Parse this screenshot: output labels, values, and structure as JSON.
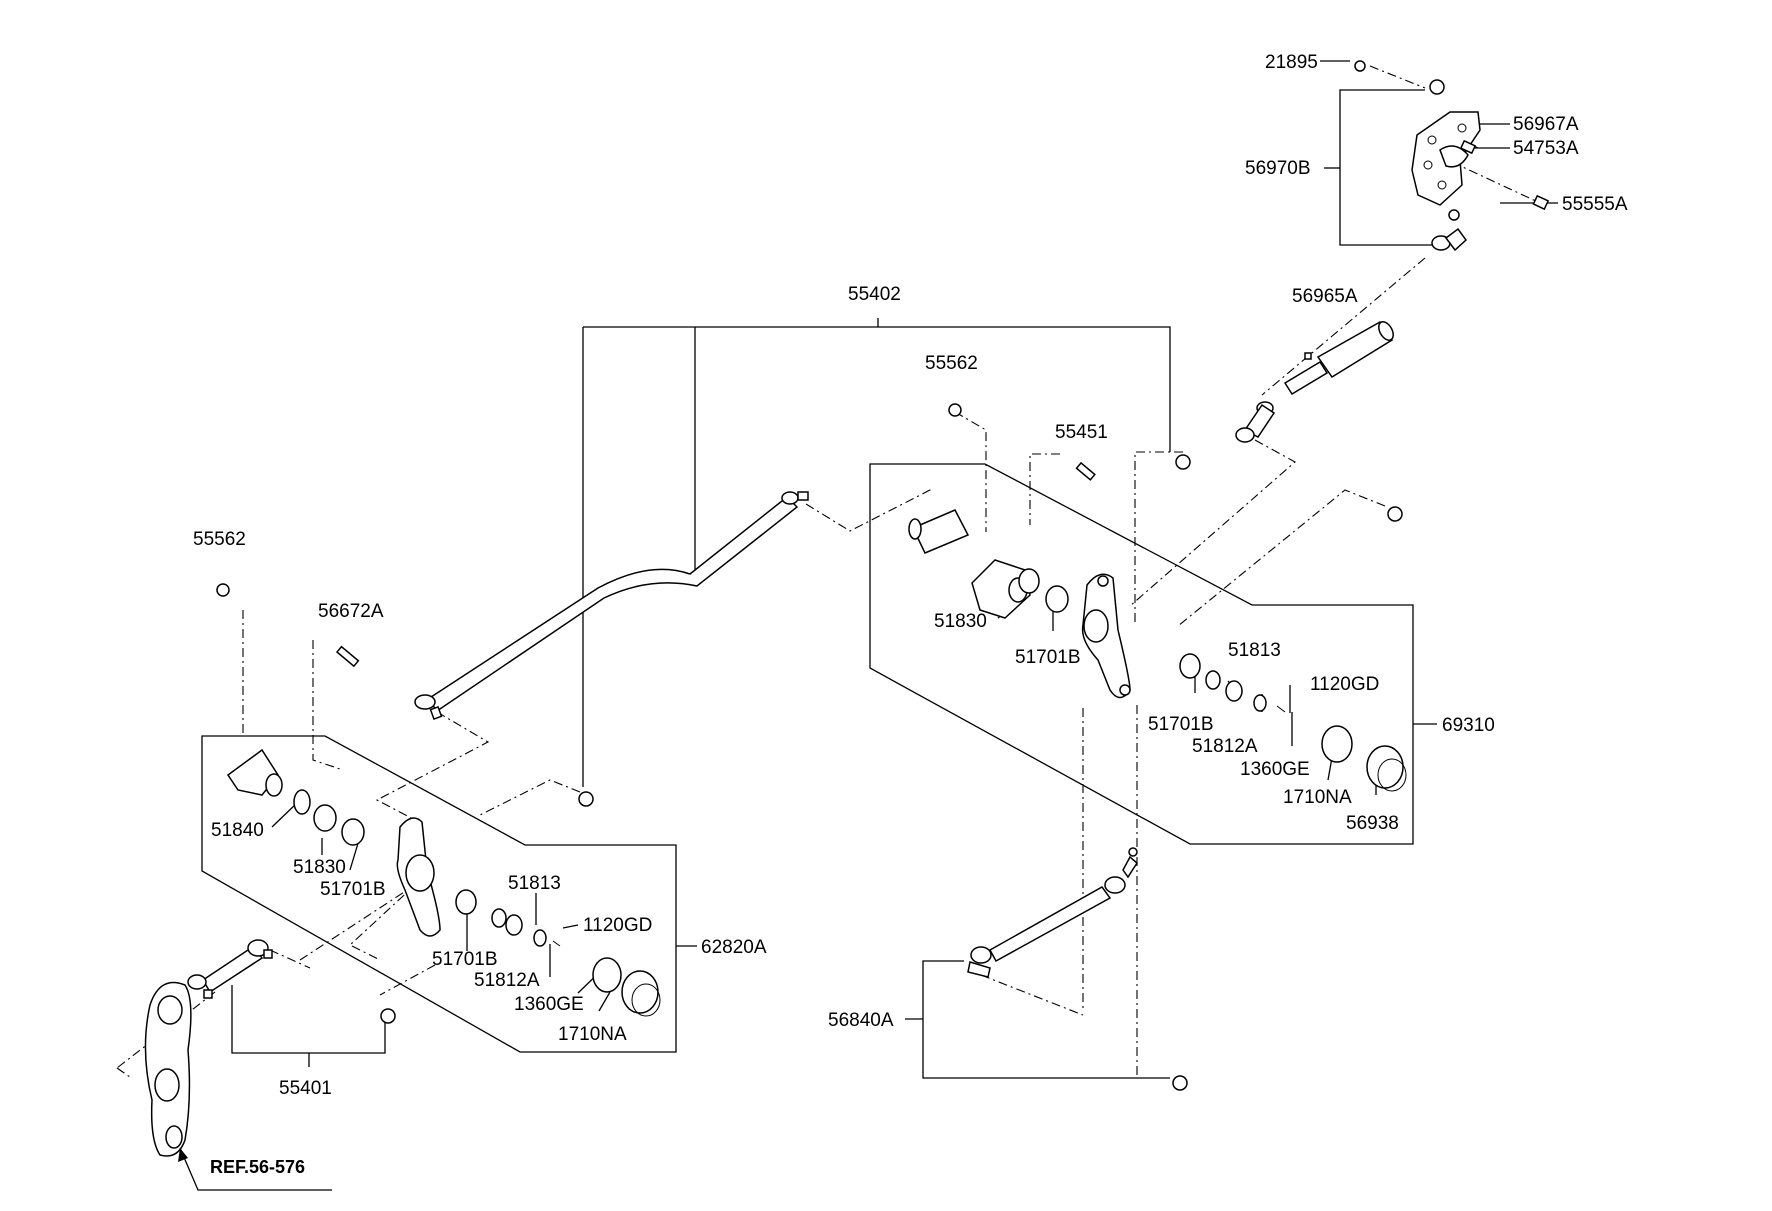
{
  "labels": {
    "p21895": "21895",
    "p56967A": "56967A",
    "p54753A": "54753A",
    "p56970B": "56970B",
    "p55555A": "55555A",
    "p56965A": "56965A",
    "p55402": "55402",
    "p55562_top": "55562",
    "p55451": "55451",
    "p55562_left": "55562",
    "p56672A": "56672A",
    "p51830_r": "51830",
    "p51701B_r1": "51701B",
    "p51813_r": "51813",
    "p1120GD_r": "1120GD",
    "p51701B_r2": "51701B",
    "p51812A_r": "51812A",
    "p1360GE_r": "1360GE",
    "p1710NA_r": "1710NA",
    "p56938": "56938",
    "p69310": "69310",
    "p51840": "51840",
    "p51830_l": "51830",
    "p51701B_l1": "51701B",
    "p51813_l": "51813",
    "p1120GD_l": "1120GD",
    "p51701B_l2": "51701B",
    "p51812A_l": "51812A",
    "p1360GE_l": "1360GE",
    "p1710NA_l": "1710NA",
    "p62820A": "62820A",
    "p55401": "55401",
    "p56840A": "56840A",
    "ref": "REF.56-576"
  }
}
